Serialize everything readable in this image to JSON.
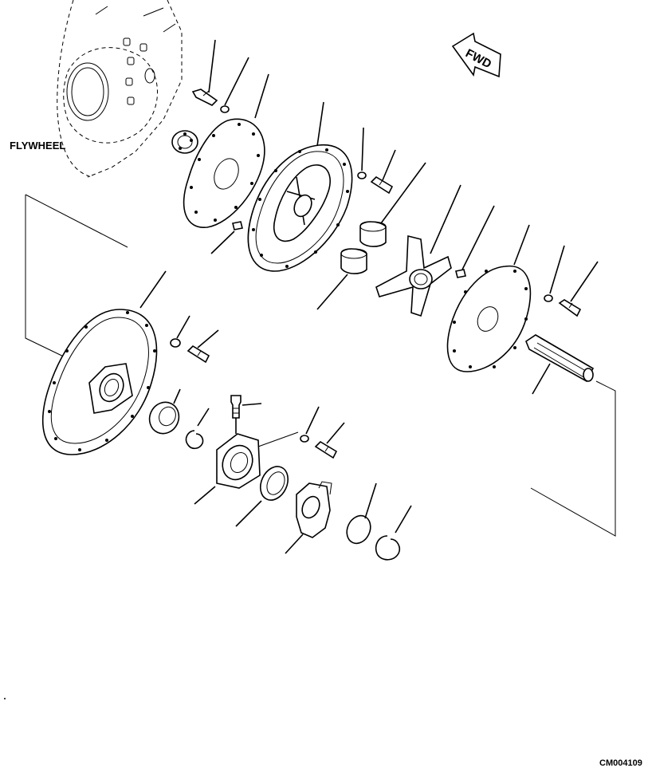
{
  "labels": {
    "flywheel": "FLYWHEEL",
    "fwd": "FWD",
    "figure_code": "CM004109"
  },
  "icons": {
    "direction_arrow": "fwd-arrow-icon"
  }
}
